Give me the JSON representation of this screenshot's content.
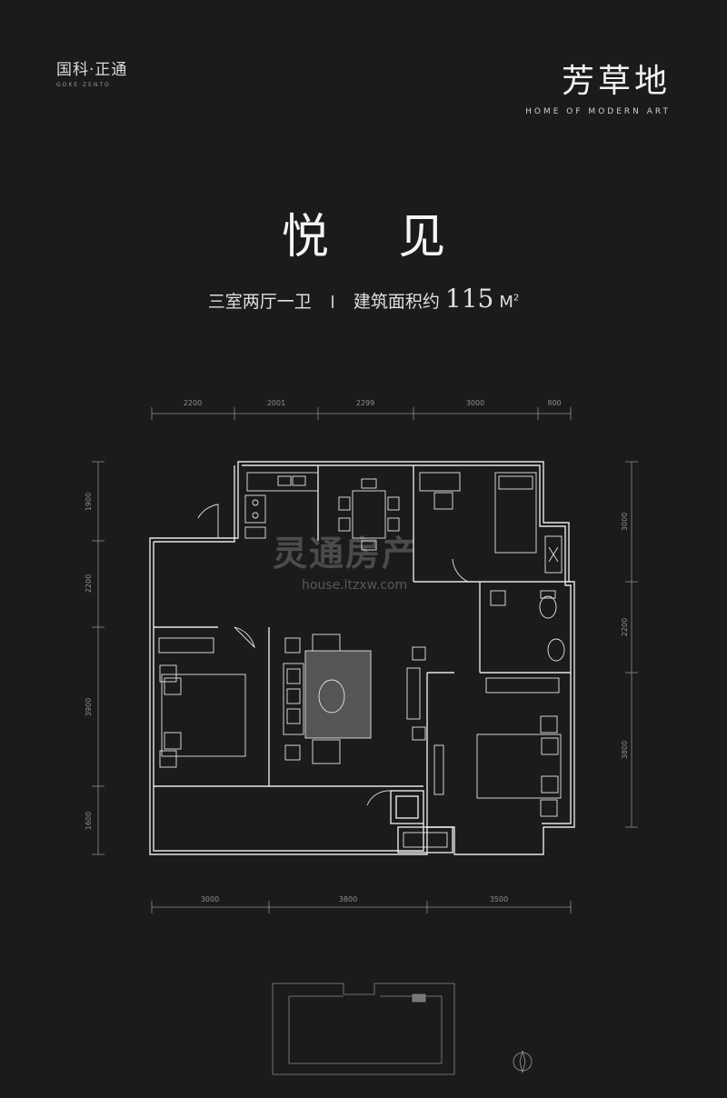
{
  "brand_left": {
    "cn": "国科·正通",
    "en": "GOKE·ZENTO"
  },
  "brand_right": {
    "cn": "芳草地",
    "en": "HOME OF MODERN ART"
  },
  "title": "悦 见",
  "subtitle": {
    "layout": "三室两厅一卫",
    "area_label": "建筑面积约",
    "area_value": "115",
    "area_unit": "M",
    "area_sup": "2"
  },
  "dimensions": {
    "top": [
      "2200",
      "2001",
      "2299",
      "3000",
      "800"
    ],
    "bottom": [
      "3000",
      "3800",
      "3500"
    ],
    "left": [
      "1900",
      "2200",
      "3900",
      "1600"
    ],
    "right": [
      "3000",
      "2200",
      "3800"
    ]
  },
  "watermark": {
    "text": "灵通房产",
    "url": "house.ltzxw.com"
  },
  "colors": {
    "background": "#1c1a1b",
    "lines": "#e6e6e6"
  }
}
